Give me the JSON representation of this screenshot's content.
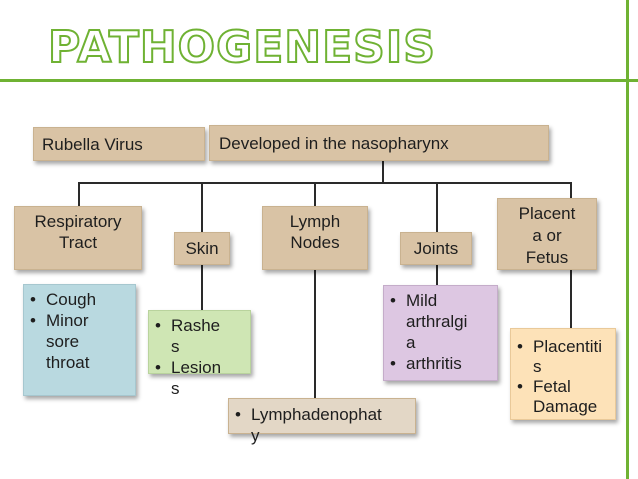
{
  "title": "PATHOGENESIS",
  "header": {
    "rubella": "Rubella Virus",
    "developed": "Developed in the nasopharynx"
  },
  "categories": [
    {
      "key": "respiratory",
      "lines": [
        "Respiratory",
        "Tract"
      ]
    },
    {
      "key": "skin",
      "lines": [
        "Skin"
      ]
    },
    {
      "key": "lymph",
      "lines": [
        "Lymph",
        "Nodes"
      ]
    },
    {
      "key": "joints",
      "lines": [
        "Joints"
      ]
    },
    {
      "key": "placenta",
      "lines": [
        "Placent",
        "a or",
        "Fetus"
      ]
    }
  ],
  "details": {
    "respiratory": [
      [
        "Cough"
      ],
      [
        "Minor",
        "sore",
        "throat"
      ]
    ],
    "skin": [
      [
        "Rashe",
        "s"
      ],
      [
        "Lesion",
        "s"
      ]
    ],
    "lymph": [
      [
        "Lymphadenophat",
        "y"
      ]
    ],
    "joints": [
      [
        "Mild",
        "arthralgi",
        "a"
      ],
      [
        "arthritis"
      ]
    ],
    "placenta": [
      [
        "Placentiti",
        "s"
      ],
      [
        "Fetal",
        "Damage"
      ]
    ]
  },
  "colors": {
    "accent": "#6fb233",
    "tan": "#d9c3a5",
    "blue": "#b9d9e0",
    "green": "#cfe6b4",
    "pink": "#ddc7e2",
    "peach": "#fde2b8"
  }
}
